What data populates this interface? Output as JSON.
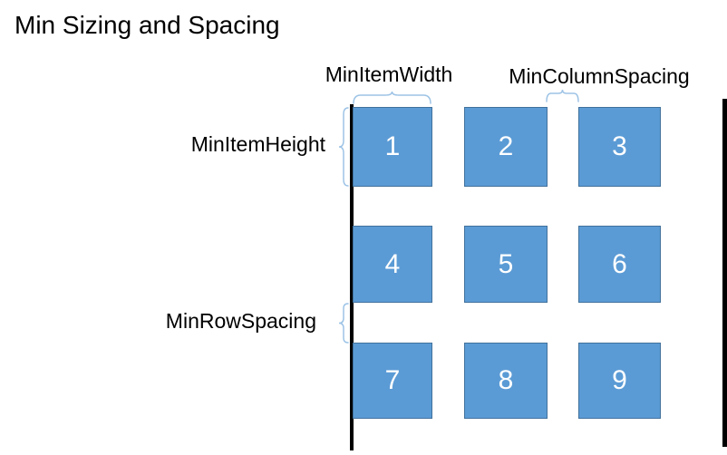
{
  "title": "Min Sizing and Spacing",
  "labels": {
    "min_item_width": "MinItemWidth",
    "min_column_spacing": "MinColumnSpacing",
    "min_item_height": "MinItemHeight",
    "min_row_spacing": "MinRowSpacing"
  },
  "grid": {
    "rows": 3,
    "columns": 3,
    "items": [
      {
        "label": "1"
      },
      {
        "label": "2"
      },
      {
        "label": "3"
      },
      {
        "label": "4"
      },
      {
        "label": "5"
      },
      {
        "label": "6"
      },
      {
        "label": "7"
      },
      {
        "label": "8"
      },
      {
        "label": "9"
      }
    ]
  },
  "colors": {
    "square_fill": "#5B9BD5",
    "square_border": "#41719C",
    "square_text": "#FFFFFF",
    "brace": "#9DC3E6",
    "divider_line": "#000000",
    "text": "#000000"
  }
}
